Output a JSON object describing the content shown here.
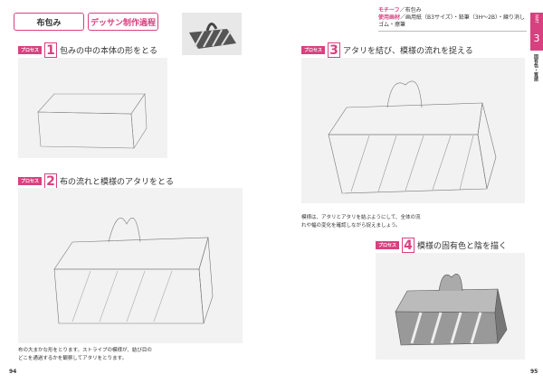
{
  "left_page": {
    "tabs": [
      "布包み",
      "デッサン制作過程"
    ],
    "process_label": "プロセス",
    "steps": [
      {
        "number": "1",
        "title": "包みの中の本体の形をとる"
      },
      {
        "number": "2",
        "title": "布の流れと模様のアタリをとる"
      }
    ],
    "caption": [
      "布の大まかな形をとります。ストライプの模様が、結び目の",
      "どこを通過するかを観察してアタリをとります。"
    ],
    "page_number": "94"
  },
  "right_page": {
    "motif_label": "モチーフ",
    "motif_value": "布包み",
    "materials_label": "使用画材",
    "materials_value": "画用紙（B3サイズ）・鉛筆（3H〜2B）・練り消しゴム・擦筆",
    "part_label": "PART",
    "part_number": "3",
    "part_title": "固有色・質感",
    "process_label": "プロセス",
    "steps": [
      {
        "number": "3",
        "title": "アタリを結び、模様の流れを捉える"
      },
      {
        "number": "4",
        "title": "模様の固有色と陰を描く"
      }
    ],
    "caption": [
      "模様は、アタリとアタリを結ぶようにして、全体の流",
      "れや幅の変化を確認しながら捉えましょう。"
    ],
    "page_number": "95"
  },
  "colors": {
    "accent": "#d9407f"
  }
}
